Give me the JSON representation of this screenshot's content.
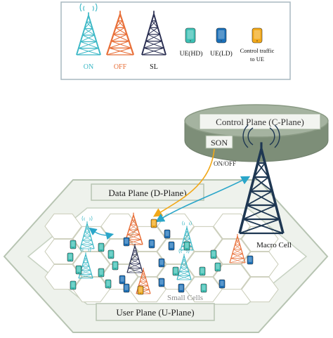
{
  "legend": {
    "on_label": "ON",
    "off_label": "OFF",
    "sl_label": "SL",
    "ue_hd_label": "UE(HD)",
    "ue_ld_label": "UE(LD)",
    "control_line1": "Control traffic",
    "control_line2": "to UE"
  },
  "planes": {
    "control_plane": "Control Plane (C-Plane)",
    "son": "SON",
    "on_off": "ON/OFF",
    "data_plane": "Data Plane (D-Plane)",
    "macro_cell": "Macro Cell",
    "small_cells": "Small Cells",
    "user_plane": "User Plane (U-Plane)"
  },
  "colors": {
    "tower_on": "#3cb8c6",
    "tower_off": "#e8703a",
    "tower_sl": "#2a2f52",
    "ue_hd": "#3cc0b4",
    "ue_ld": "#1a6fb8",
    "ue_ctrl": "#f2a818",
    "macro_tower": "#1e3752",
    "control_plane_fill": "#8a9a84",
    "hex_outer_fill": "#eef2ec",
    "hex_outer_stroke": "#b7c4b2",
    "hex_inner_fill": "#ffffff",
    "legend_border": "#a8b8c0",
    "arrow_orange": "#f2a818",
    "arrow_blue": "#2aa6c9"
  }
}
